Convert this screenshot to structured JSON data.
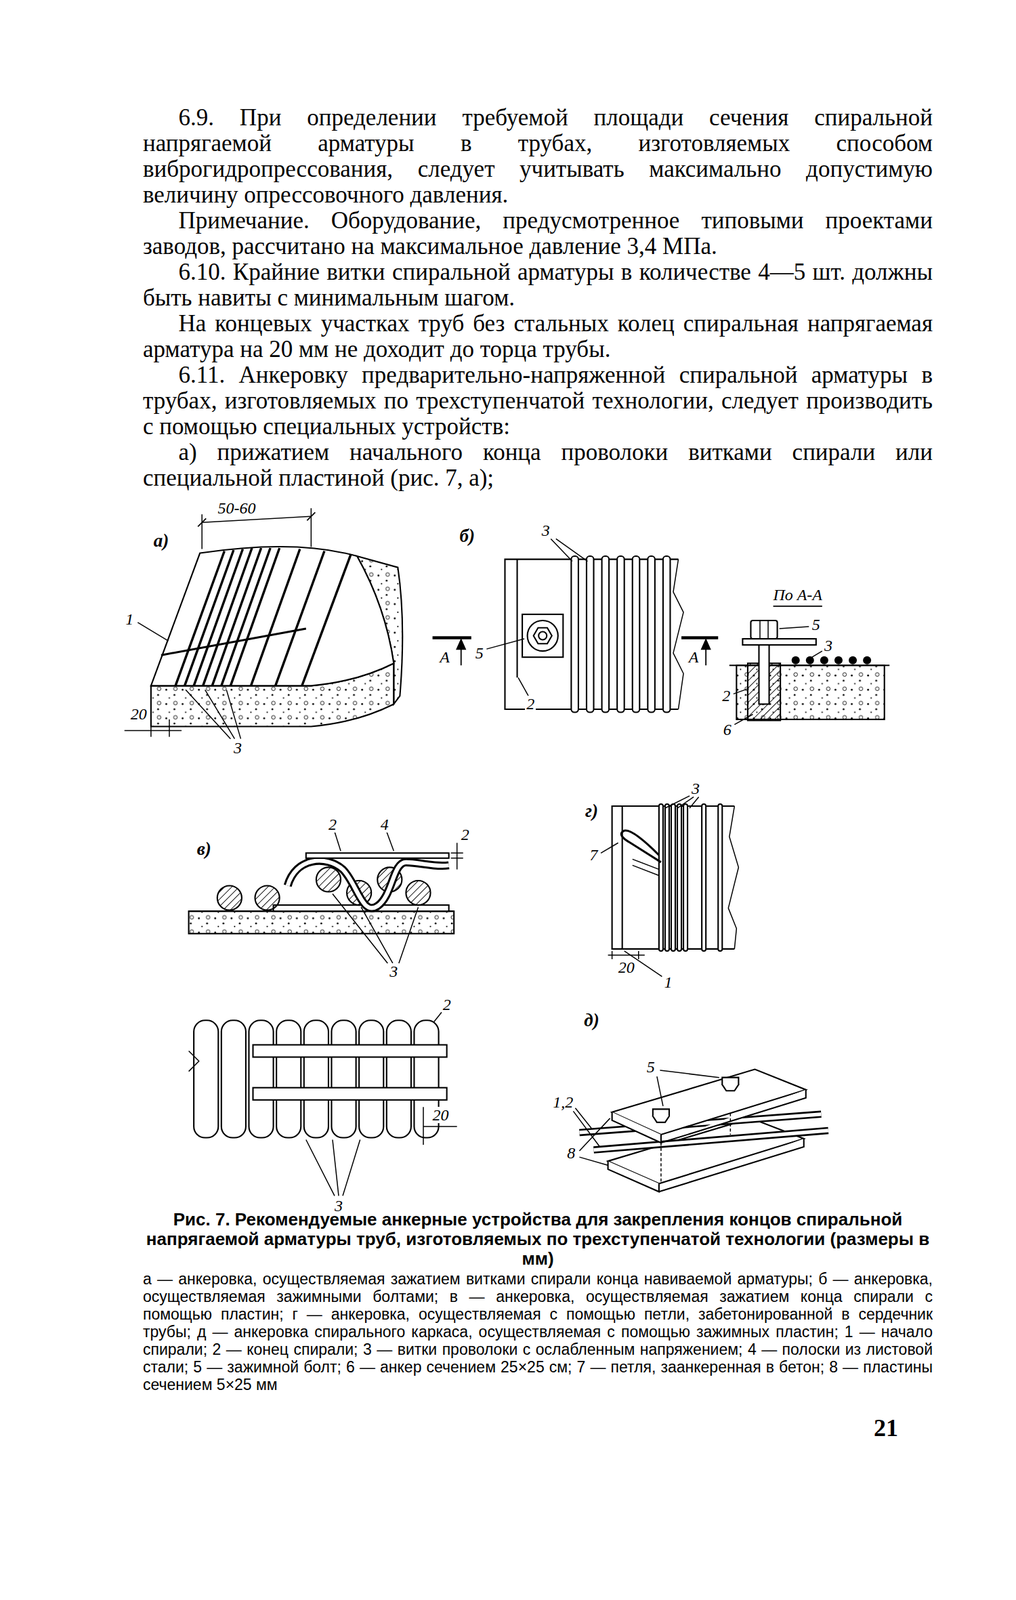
{
  "diagram": {
    "caption": "Рис. 7. Рекомендуемые анкерные устройства для закрепления концов спиральной напрягаемой арматуры труб, изготовляемых по трехступенчатой технологии (размеры в мм)",
    "labels": [
      "6.9. При определении требуемой площади сечения спиральной напрягаемой арматуры в трубах, изготовляемых способом виброгидропрессования, следует учитывать максимально допустимую величину опрессовочного давления.",
      "Примечание. Оборудование, предусмотренное типовыми проектами заводов, рассчитано на максимальное давление 3,4 МПа.",
      "6.10. Крайние витки спиральной арматуры в количестве 4—5 шт. должны быть навиты с минимальным шагом.",
      "На концевых участках труб без стальных колец спиральная напрягаемая арматура на 20 мм не доходит до торца трубы.",
      "6.11. Анкеровку предварительно-напряженной спиральной арматуры в трубах, изготовляемых по трехступенчатой технологии, следует производить с помощью специальных устройств:",
      "а) прижатием начального конца проволоки витками спирали или специальной пластиной (рис. 7, а);",
      "а)",
      "50-60",
      "1",
      "20",
      "3",
      "б)",
      "3",
      "А",
      "5",
      "А",
      "2",
      "По А-А",
      "5",
      "3",
      "2",
      "6",
      "в)",
      "2",
      "4",
      "2",
      "3",
      "2",
      "20",
      "3",
      "г)",
      "3",
      "7",
      "20",
      "1",
      "д)",
      "5",
      "1,2",
      "8",
      "а — анкеровка, осуществляемая зажатием витками спирали конца навиваемой арматуры; б — анкеровка, осуществляемая зажимными болтами; в — анкеровка, осуществляемая зажатием конца спирали с помощью пластин; г — анкеровка, осуществляемая с помощью петли, забетонированной в сердечник трубы; д — анкеровка спирального каркаса, осуществляемая с помощью зажимных пластин; 1 — начало спирали; 2 — конец спирали; 3 — витки проволоки с ослабленным напряжением; 4 — полоски из листовой стали; 5 — зажимной болт; 6 — анкер сечением 25×25 см; 7 — петля, заанкеренная в бетон; 8 — пластины сечением 5×25 мм",
      "21"
    ]
  }
}
